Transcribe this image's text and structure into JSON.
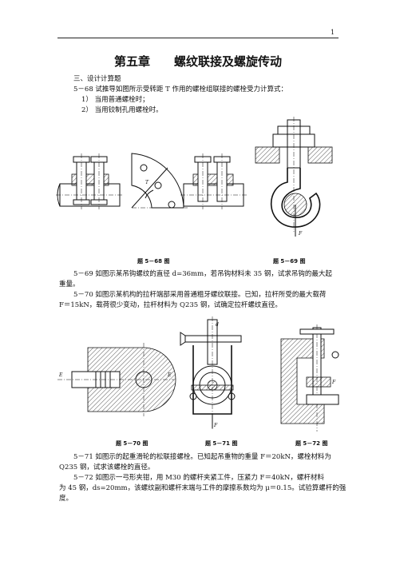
{
  "page_number": "1",
  "chapter": {
    "number": "第五章",
    "title": "螺纹联接及螺旋传动"
  },
  "section": "三、设计计算题",
  "problems": {
    "p68": {
      "line1": "5－68 试推导如图所示受转距 T 作用的螺栓组联接的螺栓受力计算式：",
      "item1": "1） 当用普通螺栓时；",
      "item2": "2） 当用铰制孔用螺栓时。"
    },
    "p69": {
      "line1": "5－69 如图示某吊钩螺纹的直径 d=36mm，若吊钩材料未 35 钢，试求吊钩的最大起",
      "line2": "重量。"
    },
    "p70": {
      "line1": "5－70 如图示某机构的拉杆端部采用普通粗牙螺纹联接。已知，拉杆所受的最大载荷",
      "line2": "F＝15kN，载荷很少变动，拉杆材料为 Q235 钢，试确定拉杆螺纹直径。"
    },
    "p71": {
      "line1": "5－71 如图示的起重滑轮的松联接螺栓。已知起吊重物的重量 F＝20kN，螺栓材料为",
      "line2": "Q235 钢，试求该螺栓的直径。"
    },
    "p72": {
      "line1": "5－72 如图示一弓形夹钳，用 M30 的螺杆夹紧工件，压紧力 F＝40kN，螺杆材料",
      "line2": "为 45 钢，ds=20mm，该螺纹副和螺杆末端与工件的摩擦系数均为 μ＝0.15。试验算螺杆的强",
      "line3": "度。"
    }
  },
  "captions": {
    "fig68": "题 5－68 图",
    "fig69": "题 5－69 图",
    "fig70": "题 5－70 图",
    "fig71": "题 5－71 图",
    "fig72": "题 5－72 图"
  },
  "figure_labels": {
    "T": "T",
    "F": "F",
    "d": "d",
    "E": "E",
    "F2": "F",
    "F3": "F"
  },
  "colors": {
    "ink": "#111111",
    "background": "#ffffff"
  }
}
